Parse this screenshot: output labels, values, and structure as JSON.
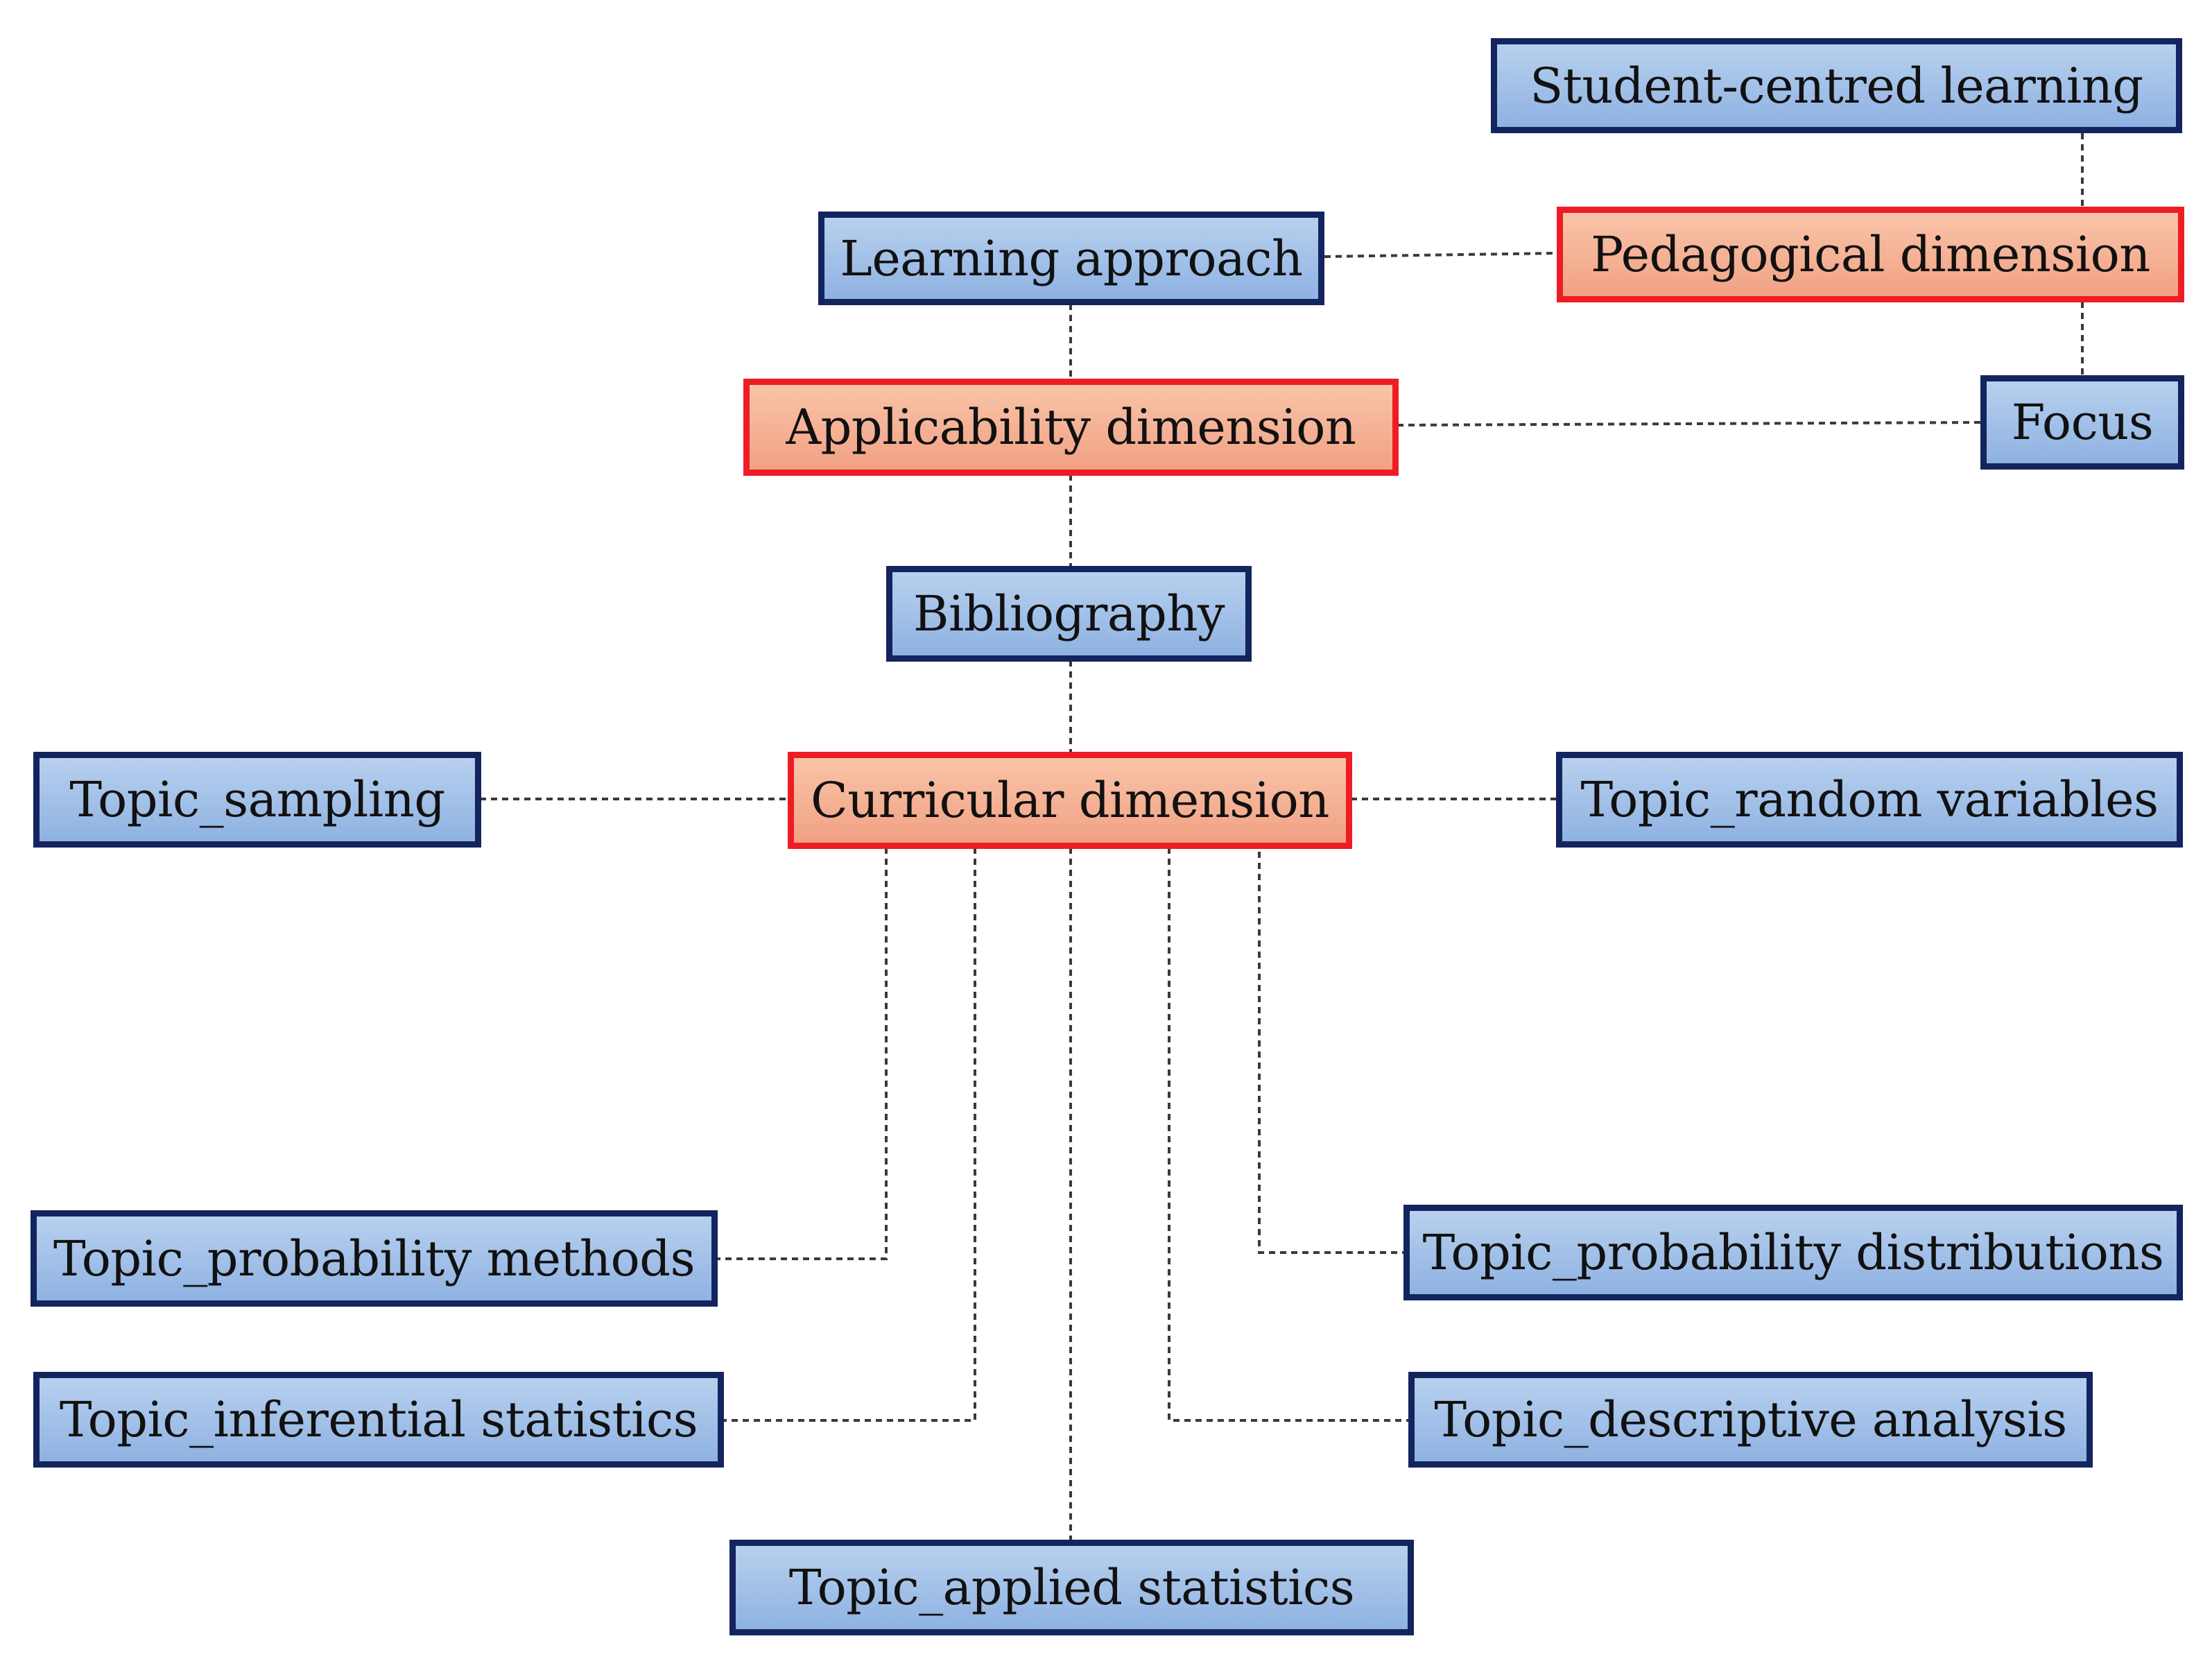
{
  "nodes": {
    "student_centred_learning": "Student-centred learning",
    "pedagogical_dimension": "Pedagogical dimension",
    "learning_approach": "Learning approach",
    "applicability_dimension": "Applicability dimension",
    "focus": "Focus",
    "bibliography": "Bibliography",
    "curricular_dimension": "Curricular dimension",
    "topic_sampling": "Topic_sampling",
    "topic_random_variables": "Topic_random variables",
    "topic_probability_methods": "Topic_probability methods",
    "topic_probability_distributions": "Topic_probability distributions",
    "topic_inferential_statistics": "Topic_inferential statistics",
    "topic_descriptive_analysis": "Topic_descriptive analysis",
    "topic_applied_statistics": "Topic_applied statistics"
  },
  "colors": {
    "topic_fill": "#a4c2e9",
    "topic_border": "#13245f",
    "dimension_fill": "#f4b194",
    "dimension_border": "#ee1c24",
    "connector": "#3a3a3a"
  }
}
